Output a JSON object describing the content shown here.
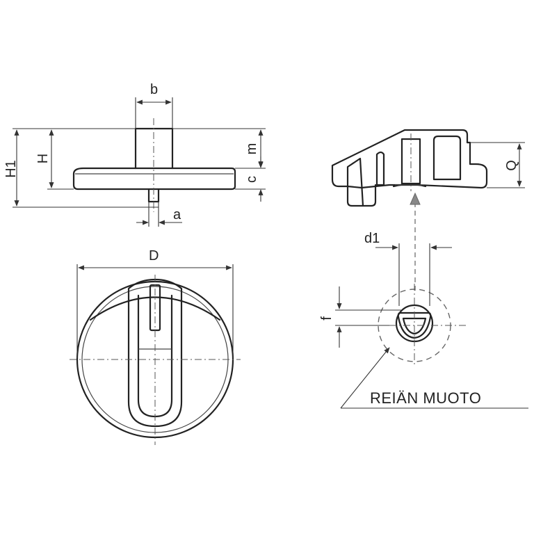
{
  "labels": {
    "b": "b",
    "H1": "H1",
    "H": "H",
    "m": "m",
    "c": "c",
    "a": "a",
    "D": "D",
    "Q": "Q",
    "d1": "d1",
    "f": "f",
    "hole_note": "REIÄN MUOTO"
  },
  "colors": {
    "section_fill": "#8fd6a8",
    "line": "#222222"
  }
}
